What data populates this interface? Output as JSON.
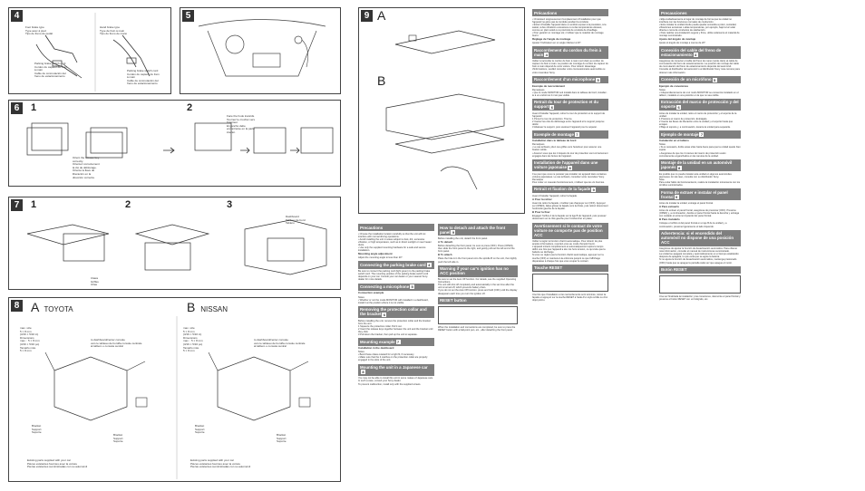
{
  "left_page": {
    "panel4": {
      "number": "4",
      "labels": [
        "Foot brake type\nType avec à pied\nTipo de freno de pedal",
        "Parking brake switch cord\nCordon du capteur du frein\nà main\nCable de conmutación del\nfreno de estacionamiento",
        "Hand brake type\nType de frein à main\nTipo de freno de mano",
        "Parking brake switch cord\nCordon du capteur du frein\nà main\nCable de conmutación del\nfreno de estacionamiento"
      ]
    },
    "panel5": {
      "number": "5"
    },
    "panel6": {
      "number": "6",
      "sub1": "1",
      "sub2": "2",
      "labels": [
        "Orient the release key\ncorrectly.\nOrientez correctement\nla clé de déblocage.\nOriente la llave de\nliberación en la\ndirección correcta.",
        "Face the hook inwards.\nTournez le crochet vers\nl'intérieur.\nEl gancho debe\nencontrarse en la parte\ninterior."
      ]
    },
    "panel7": {
      "number": "7",
      "sub1": "1",
      "sub2": "2",
      "sub3": "3",
      "labels": [
        "Claws\nGriffes\nUñas",
        "Dashboard\nTableau de bord\nTablero"
      ]
    },
    "panel8": {
      "number": "8",
      "sub_a": "A",
      "sub_a_title": "TOYOTA",
      "sub_b": "B",
      "sub_b_title": "NISSAN",
      "labels_a": [
        "max. size\n5 × 8 mm\n(3/16 × 5/16 in)\nDimensions\nmax. : 5 × 8 mm\n(3/16 × 5/16 po)\nTamaño máx.\n5 × 8 mm",
        "to dashboard/center console\nvers le tableau de bord/la console centrale\nal tablero o consola central",
        "Bracket\nSupport\nSoporte",
        "Bracket\nSupport\nSoporte",
        "Existing parts supplied with your car\nPièces existantes fournies avec la voiture\nPiezas existentes suministradas con su automóvil"
      ],
      "labels_b": [
        "max. size\n5 × 8 mm\n(3/16 × 5/16 in)\nDimensions\nmax. : 5 × 8 mm\n(3/16 × 5/16 po)\nTamaño máx.\n5 × 8 mm",
        "to dashboard/center console\nvers le tableau de bord/la console centrale\nal tablero o consola central",
        "Bracket\nSupport\nSoporte",
        "Bracket\nSupport\nSoporte",
        "Existing parts supplied with your car\nPièces existantes fournies avec la voiture\nPiezas existentes suministradas con su automóvil"
      ]
    }
  },
  "right_page": {
    "panel9": {
      "number": "9",
      "sub_a": "A",
      "sub_b": "B"
    },
    "english": {
      "col1": [
        {
          "h": "Precautions",
          "n": ""
        },
        {
          "t": "• Choose the installation location carefully so that the unit will not interfere with normal driving operations.\n• Avoid installing the unit in areas subject to dust, dirt, excessive vibration, or high temperature, such as in direct sunlight or near heater ducts.\n• Use only the supplied mounting hardware for a safe and secure installation."
        },
        {
          "b": "Mounting angle adjustment",
          "t": "Adjust the mounting angle to less than 20°."
        },
        {
          "h": "Connecting the parking brake cord",
          "n": "4"
        },
        {
          "t": "Be sure to connect the parking cord (light green) to the parking brake switch cord. The mounting position of the parking brake switch cord depends on your car. Consult your car dealer or your nearest Sony dealer for more details."
        },
        {
          "h": "Connecting a microphone",
          "n": "5"
        },
        {
          "b": "Connection example",
          "t": "Notes\n• Whether or not the mode MONITOR with installed in a dashboard, install it at the position where it is not visible."
        },
        {
          "h": "Removing the protection collar and the bracket",
          "n": "6"
        },
        {
          "t": "Before installing the unit, remove the protection collar and the bracket from the unit.\n1 Squeeze the protection collar. Pull it out.\n2 Insert the release keys together between the unit and the bracket until they click.\n3 Pull down the bracket, then pull up the unit to separate."
        },
        {
          "h": "Mounting example",
          "n": "7"
        },
        {
          "b": "Installation in the dashboard",
          "t": "Notes\n• Bend these claws outward for a tight fit, if necessary.\n• Make sure that the 4 catches on the protection collar are properly engaged in the slots of the unit."
        },
        {
          "h": "Mounting the unit in a Japanese car",
          "n": "8"
        },
        {
          "t": "You may not be able to install this unit in some makes of Japanese cars. In such a case, consult your Sony dealer.\nTo prevent malfunction, install only with the supplied screws."
        }
      ],
      "col2": [
        {
          "h": "How to detach and attach the front panel",
          "n": "9"
        },
        {
          "t": "Before installing the unit, detach the front panel."
        },
        {
          "b": "A To detach",
          "t": "Before detaching the front panel, be sure to press (OFF). Press (OPEN), then slide the front panel to the right, and gently pull out the left end of the front panel."
        },
        {
          "b": "B To attach",
          "t": "Place the hole A in the front panel onto the spindle B on the unit, then lightly push the left side in."
        },
        {
          "h": "Warning if your car's ignition has no ACC position",
          "n": ""
        },
        {
          "t": "Be sure to set the Auto Off function. For details, see the supplied Operating Instructions.\nThe unit will shut off completely and automatically in the set time after the unit is turned off, which prevents battery drain.\nIf you do not set the Auto Off function, press and hold (OFF) until the display disappears each time you turn the ignition off."
        },
        {
          "h": "RESET button",
          "n": ""
        },
        {
          "t": "When the installation and connections are completed, be sure to press the RESET button with a ball-point pen, etc., after detaching the front panel."
        }
      ]
    },
    "french": {
      "col1": [
        {
          "h": "Précautions",
          "n": ""
        },
        {
          "t": "• Choisissez soigneusement l'emplacement d'installation pour que l'appareil ne gêne pas la conduite pendant la conduite.\n• Évitez d'installer l'appareil dans un endroit exposé à la poussière, à la saleté, à des vibrations excessives ou à des températures élevées, comme en plein soleil ou à proximité de conduits de chauffage.\n• Pour garantir un montage sûr, n'utilisez que le matériel de montage fourni."
        },
        {
          "b": "Réglage de l'angle de montage",
          "t": "Ajustez l'inclinaison en un angle inférieur à 20°."
        },
        {
          "h": "Raccordement du cordon du frein à main",
          "n": "4"
        },
        {
          "t": "Veillez à raccorder le cordon du frein à main (vert clair) au cordon du capteur du frein à main. La position de montage du cordon du capteur du frein à main dépend de votre voiture. Pour obtenir davantage d'informations, veuillez consulter votre concessionnaire automobile ou votre revendeur Sony."
        },
        {
          "h": "Raccordement d'un microphone",
          "n": "5"
        },
        {
          "b": "Exemple de raccordement",
          "t": "Remarques\n• Que le mode MONITOR soit installé dans le tableau de bord, installez-le à un endroit où il n'est pas visible."
        },
        {
          "h": "Retrait du tour de protection et du support",
          "n": "6"
        },
        {
          "t": "Avant d'installer l'appareil, retirez le tour de protection et le support de l'appareil.\n1 Pincez le tour de protection. Tirez-le.\n2 Insérez les clés de déblocage entre l'appareil et le support jusqu'au déclic.\n3 Abaissez le support, puis soulevez l'appareil pour le séparer."
        },
        {
          "h": "Exemple de montage",
          "n": "7"
        },
        {
          "b": "Installation dans le tableau de bord",
          "t": "Remarques\n• Le cas échéant, pliez ces griffes vers l'extérieur pour assurer une fixation solide.\n• Assurez-vous que les 4 loquets du tour de protection sont correctement engagés dans les fentes de l'appareil."
        },
        {
          "h": "Installation de l'appareil dans une voiture japonaise",
          "n": "8"
        },
        {
          "t": "Il se peut que vous ne puissiez pas installer cet appareil dans certaines voitures japonaises. Le cas échéant, consultez votre revendeur Sony.\nRemarque\nPour éviter un mauvais fonctionnement, n'utilisez que les vis fournies."
        },
        {
          "h": "Retrait et fixation de la façade",
          "n": "9"
        },
        {
          "t": "Avant d'installer l'appareil, retirez la façade."
        },
        {
          "b": "A Pour la retirer",
          "t": "Avant de retirer la façade, n'oubliez pas d'appuyer sur (OFF). Appuyez sur (OPEN), faites glisser la façade vers la droite, puis retirez doucement l'extrémité gauche de la façade."
        },
        {
          "b": "B Pour la fixer",
          "t": "Engagez l'orifice A de la façade sur la tige B de l'appareil, puis poussez doucement sur le côté gauche pour l'enclencher en place."
        },
        {
          "h": "Avertissement si le contact de votre voiture ne comporte pas de position ACC",
          "n": ""
        },
        {
          "t": "Veillez à régler la fonction d'arrêt automatique. Pour obtenir de plus amples informations, reportez-vous au mode d'emploi fourni.\nL'appareil s'éteint complètement et automatiquement après le temps défini une fois que l'appareil a été mis hors tension, ce qui évite que la batterie se décharge.\nSi vous ne réglez pas la fonction d'arrêt automatique, appuyez sur la touche (OFF) et maintenez-la enfoncée jusqu'à ce que l'affichage disparaisse à chaque fois que vous coupez le contact."
        },
        {
          "h": "Touche RESET",
          "n": ""
        },
        {
          "t": "Une fois que l'installation et les raccordements sont terminés, retirez la façade et appuyez sur la touche RESET à l'aide d'un stylo à bille ou d'un objet pointu."
        }
      ]
    },
    "spanish": {
      "col1": [
        {
          "h": "Precauciones",
          "n": ""
        },
        {
          "t": "• Elija cuidadosamente el lugar de montaje de forma que la unidad no interfiera con las funciones normales de conducción.\n• Evite instalar la unidad donde pueda quedar sometida a polvo, suciedad, vibraciones excesivas o altas temperaturas, por ejemplo, bajo la luz solar directa o cerca de conductos de calefacción.\n• Para realizar una instalación segura y firme, utilice solamente el material de montaje suministrado."
        },
        {
          "b": "Ajuste del ángulo de montaje",
          "t": "Ajuste el ángulo de montaje a menos de 20°."
        },
        {
          "h": "Conexión del cable del freno de estacionamiento",
          "n": "4"
        },
        {
          "t": "Asegúrese de conectar el cable del freno de mano (verde claro) al cable de conmutación del freno de estacionamiento. La posición de montaje del cable de conmutación del freno de estacionamiento depende del automóvil. Consulte al distribuidor del automóvil o al distribuidor Sony más cercano para obtener más información."
        },
        {
          "h": "Conexión de un micrófono",
          "n": "5"
        },
        {
          "b": "Ejemplo de conexiones",
          "t": "Notas\n• Independientemente de si el modo MONITOR se encuentra instalado en el tablero, instálelo en una posición en la que no sea visible."
        },
        {
          "h": "Extracción del marco de protección y del soporte",
          "n": "6"
        },
        {
          "t": "Antes de instalar la unidad, retire el marco de protección y el soporte de la unidad.\n1 Presione el marco de protección. Extráigalo.\n2 Inserte las llaves de liberación entre la unidad y el soporte hasta que encajen.\n3 Baje el soporte y, a continuación, levante la unidad para separarla."
        },
        {
          "h": "Ejemplo de montaje",
          "n": "7"
        },
        {
          "b": "Instalación en el tablero",
          "t": "Notas\n• Si es necesario, doble estas uñas hacia fuera para que la unidad quede bien sujeta.\n• Asegúrese de que los 4 retenes del marco de protección estén correctamente enganchados en las ranuras de la unidad."
        },
        {
          "h": "Montaje de la unidad en un automóvil japonés",
          "n": "8"
        },
        {
          "t": "Es posible que no pueda instalar esta unidad en algunos automóviles japoneses. En tal caso, consulte con su distribuidor Sony.\nNota\nPara evitar fallos de funcionamiento, realice la instalación únicamente con los tornillos suministrados."
        },
        {
          "h": "Forma de extraer e instalar el panel frontal",
          "n": "9"
        },
        {
          "t": "Antes de instalar la unidad, extraiga el panel frontal."
        },
        {
          "b": "A Para extraerlo",
          "t": "Antes de extraer el panel frontal, asegúrese de presionar (OFF). Presione (OPEN) y, a continuación, deslice el panel frontal hacia la derecha y extraiga con cuidado el extremo izquierdo del panel frontal."
        },
        {
          "b": "B Para instalarlo",
          "t": "Coloque el orificio A del panel frontal en el eje B de la unidad y, a continuación, presione ligeramente el lado izquierdo."
        },
        {
          "h": "Advertencia: si el encendido del automóvil no dispone de una posición ACC",
          "n": ""
        },
        {
          "t": "Asegúrese de ajustar la función de desactivación automática. Para obtener más información, consulte el manual de instrucciones suministrado.\nLa unidad se apagará completa y automáticamente en el tiempo establecido después de apagarla, lo que evita que se agote la batería.\nSi no ajusta la función de desactivación automática, mantenga presionado (OFF) hasta que se apague la pantalla cada vez que apague el motor."
        },
        {
          "h": "Botón RESET",
          "n": ""
        },
        {
          "t": "Una vez finalizada la instalación y las conexiones, desmonte el panel frontal y presione el botón RESET con un bolígrafo, etc."
        }
      ]
    }
  }
}
